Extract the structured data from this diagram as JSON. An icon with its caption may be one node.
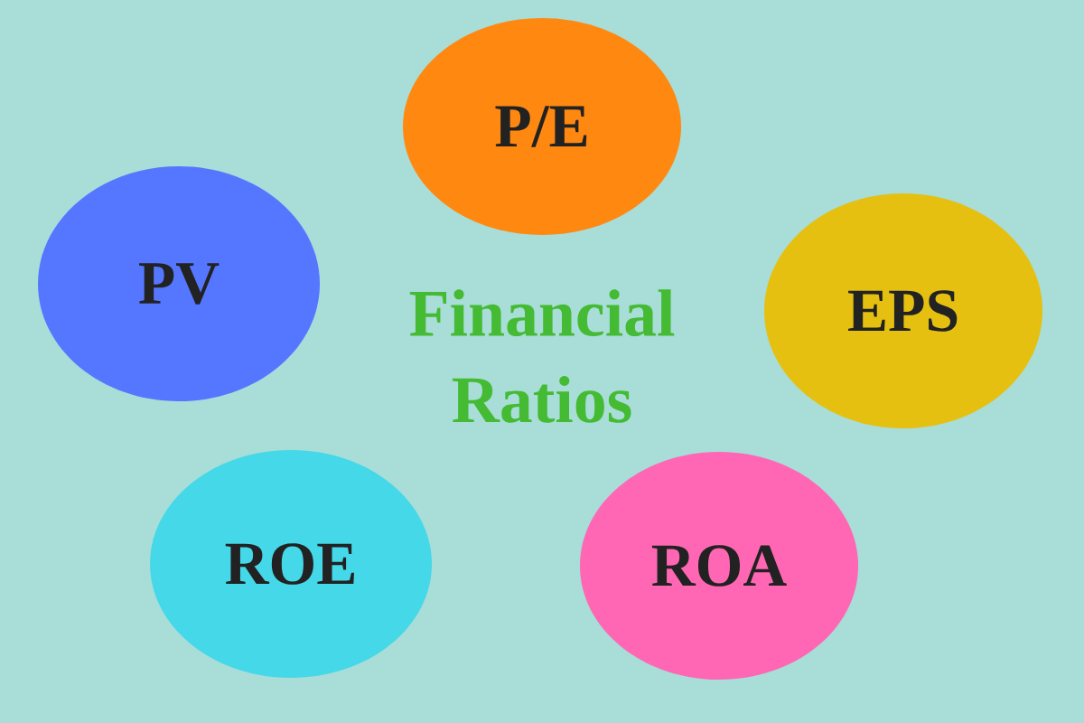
{
  "diagram": {
    "title": "Financial Ratios",
    "nodes": [
      {
        "text": [
          "P/E"
        ]
      },
      {
        "text": [
          "PV"
        ]
      },
      {
        "text": [
          "EPS"
        ]
      },
      {
        "text": [
          "ROE"
        ]
      },
      {
        "text": [
          "ROA"
        ]
      }
    ]
  }
}
